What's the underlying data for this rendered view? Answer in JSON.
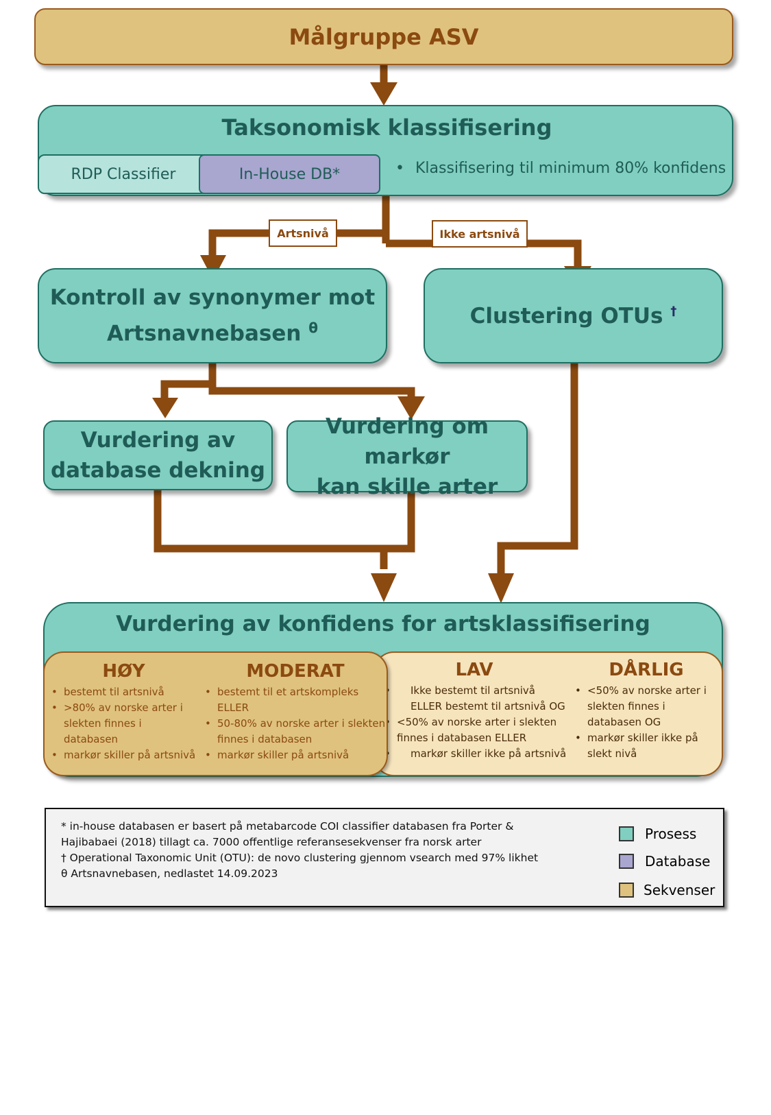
{
  "colors": {
    "process": "#80cfc0",
    "database": "#a9a6d0",
    "sequences": "#dfc27e",
    "arrow": "#8b4a10",
    "text_teal": "#1f5c57"
  },
  "top": {
    "title": "Målgruppe ASV"
  },
  "taxonomy": {
    "title": "Taksonomisk klassifisering",
    "rdp": "RDP Classifier",
    "inhouse": "In-House DB*",
    "bullet": "Klassifisering til minimum 80% konfidens"
  },
  "branch_labels": {
    "species": "Artsnivå",
    "not_species": "Ikke artsnivå"
  },
  "synonyms": {
    "line1": "Kontroll av synonymer mot",
    "line2": "Artsnavnebasen",
    "sup": "θ"
  },
  "clustering": {
    "title": "Clustering OTUs",
    "sup": "†"
  },
  "coverage": {
    "line1": "Vurdering av",
    "line2": "database dekning"
  },
  "marker": {
    "line1": "Vurdering om markør",
    "line2": "kan skille arter"
  },
  "confidence": {
    "title": "Vurdering av konfidens for artsklassifisering",
    "high": {
      "title": "HØY",
      "items": [
        "bestemt til artsnivå",
        ">80% av norske arter i slekten finnes i databasen",
        "markør skiller på artsnivå"
      ]
    },
    "moderate": {
      "title": "MODERAT",
      "items": [
        "bestemt til et artskompleks ELLER",
        "50-80% av norske arter i slekten finnes i databasen",
        "markør skiller på artsnivå"
      ]
    },
    "low": {
      "title": "LAV",
      "items": [
        "Ikke bestemt til artsnivå ELLER bestemt til artsnivå OG",
        "<50% av norske arter i slekten finnes i databasen ELLER",
        "markør skiller ikke på artsnivå"
      ]
    },
    "poor": {
      "title": "DÅRLIG",
      "items": [
        "<50% av norske arter i slekten finnes i databasen OG",
        "markør skiller ikke på slekt nivå"
      ]
    }
  },
  "footnotes": {
    "star": "* in-house databasen er basert på metabarcode COI classifier databasen fra Porter & Hajibabaei (2018) tillagt ca. 7000 offentlige referansesekvenser fra norsk arter",
    "dagger": "† Operational Taxonomic Unit (OTU):  de novo clustering gjennom vsearch med 97% likhet",
    "theta": "θ Artsnavnebasen, nedlastet 14.09.2023"
  },
  "legend": {
    "process": "Prosess",
    "database": "Database",
    "sequences": "Sekvenser"
  }
}
